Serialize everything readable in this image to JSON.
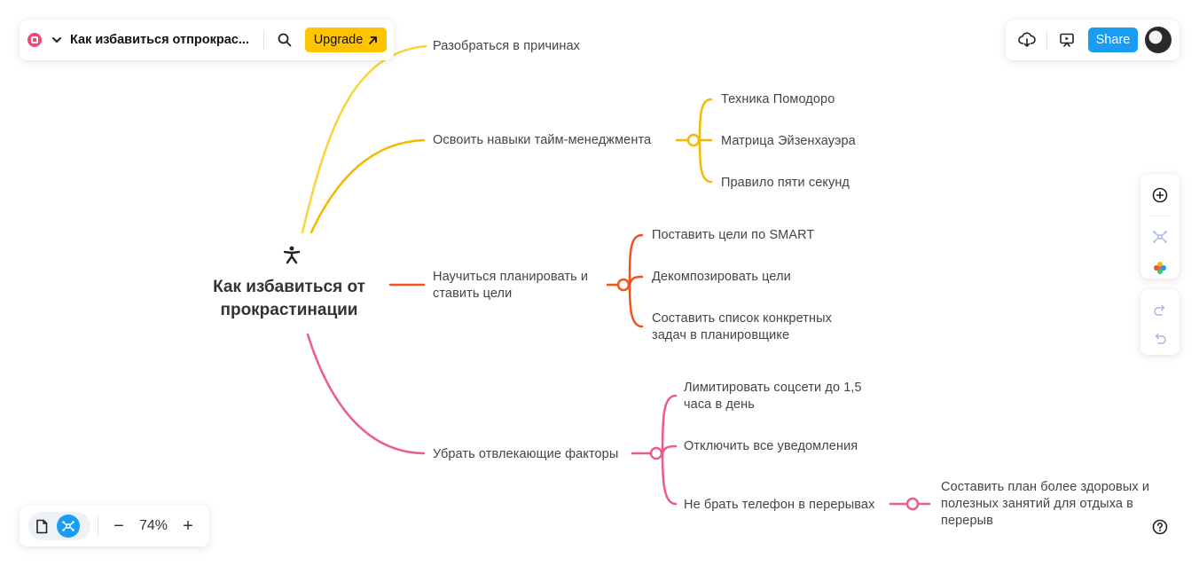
{
  "toolbar": {
    "title": "Как избавиться отпрокрас...",
    "upgrade_label": "Upgrade",
    "share_label": "Share",
    "brand_color": "#f24a78",
    "upgrade_color": "#ffc300",
    "share_color": "#1a9cf2"
  },
  "zoom": {
    "value": "74%",
    "minus": "−",
    "plus": "+"
  },
  "mindmap": {
    "root": "Как избавиться от прокрастинации",
    "branches": [
      {
        "label": "Разобраться в причинах",
        "color": "#f7d43a",
        "children": []
      },
      {
        "label": "Освоить навыки тайм-менеджмента",
        "color": "#f5b800",
        "children": [
          "Техника Помодоро",
          "Матрица Эйзенхауэра",
          "Правило пяти секунд"
        ]
      },
      {
        "label": "Научиться планировать и ставить цели",
        "color": "#f0541c",
        "children": [
          "Поставить цели по SMART",
          "Декомпозировать цели",
          "Составить список конкретных задач в планировщике"
        ]
      },
      {
        "label": "Убрать отвлекающие факторы",
        "color": "#ec5a92",
        "children": [
          "Лимитировать соцсети до 1,5 часа в день",
          "Отключить все уведомления",
          "Не брать телефон в перерывах"
        ],
        "grandchild": "Составить план более здоровых и полезных занятий для отдыха в перерыв"
      }
    ]
  }
}
